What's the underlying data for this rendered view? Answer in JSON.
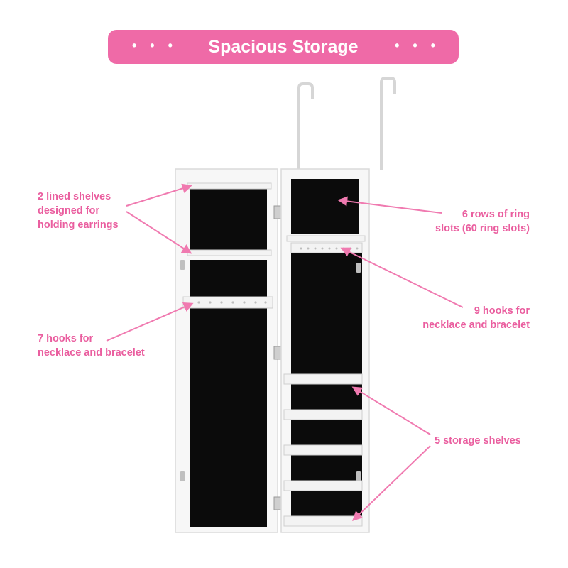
{
  "banner": {
    "title": "Spacious Storage",
    "left_dots": "• • •",
    "right_dots": "• • •",
    "color": "#ef6aa7"
  },
  "callouts": {
    "earring_shelves": [
      "2 lined shelves",
      "designed for",
      "holding earrings"
    ],
    "left_hooks": [
      "7 hooks for",
      "necklace and bracelet"
    ],
    "ring_slots": [
      "6 rows of ring",
      "slots (60 ring slots)"
    ],
    "right_hooks": [
      "9 hooks for",
      "necklace and bracelet"
    ],
    "storage_shelves": [
      "5 storage shelves"
    ]
  },
  "colors": {
    "accent_text": "#ea5e9f",
    "arrow": "#f07ab0",
    "cabinet": "#f7f7f7",
    "lining": "#0b0b0b"
  }
}
